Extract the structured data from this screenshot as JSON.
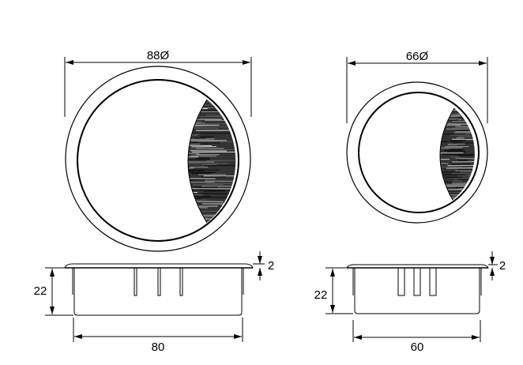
{
  "large_grommet": {
    "top_diameter_label": "88Ø",
    "height_label": "22",
    "flange_label": "2",
    "body_width_label": "80"
  },
  "small_grommet": {
    "top_diameter_label": "66Ø",
    "height_label": "22",
    "flange_label": "2",
    "body_width_label": "60"
  },
  "colors": {
    "line": "#000000",
    "brush": "#333333"
  }
}
